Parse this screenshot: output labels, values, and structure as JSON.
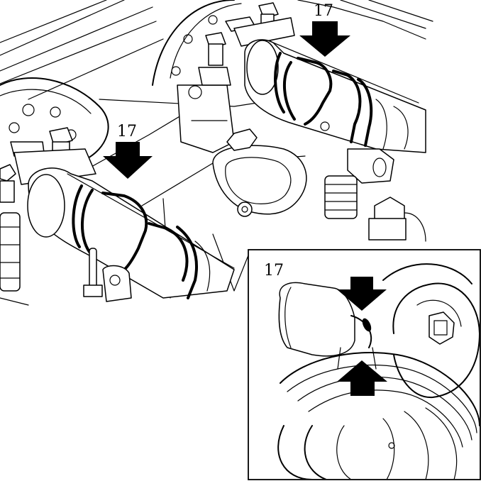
{
  "callouts": {
    "front_cam": "17",
    "rear_cam": "17",
    "inset": "17"
  }
}
